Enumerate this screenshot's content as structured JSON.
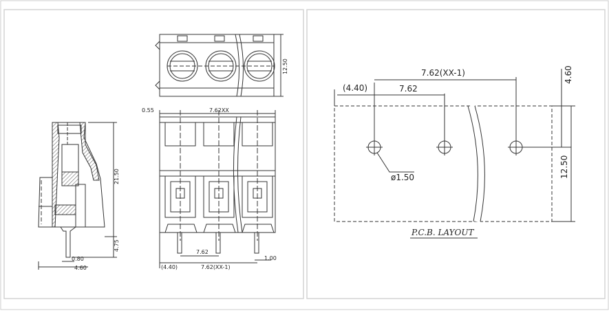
{
  "left_panel": {
    "dims": {
      "spacing_top": "0.55",
      "pitch_top": "7.62XX",
      "height_top_view": "12.50",
      "height_side": "21.50",
      "pin_length": "4.75",
      "pin_width": "0.80",
      "base_depth": "4.60",
      "pitch_bottom": "7.62",
      "offset": "(4.40)",
      "pitch_total": "7.62(XX-1)",
      "pin_thickness": "1.00"
    }
  },
  "right_panel": {
    "dims": {
      "pitch_total": "7.62(XX-1)",
      "offset": "(4.40)",
      "pitch": "7.62",
      "edge": "4.60",
      "height": "12.50",
      "hole": "ø1.50"
    },
    "title": "P.C.B. LAYOUT"
  },
  "colors": {
    "line": "#333333",
    "frame": "#cccccc",
    "hatch": "#555555"
  }
}
